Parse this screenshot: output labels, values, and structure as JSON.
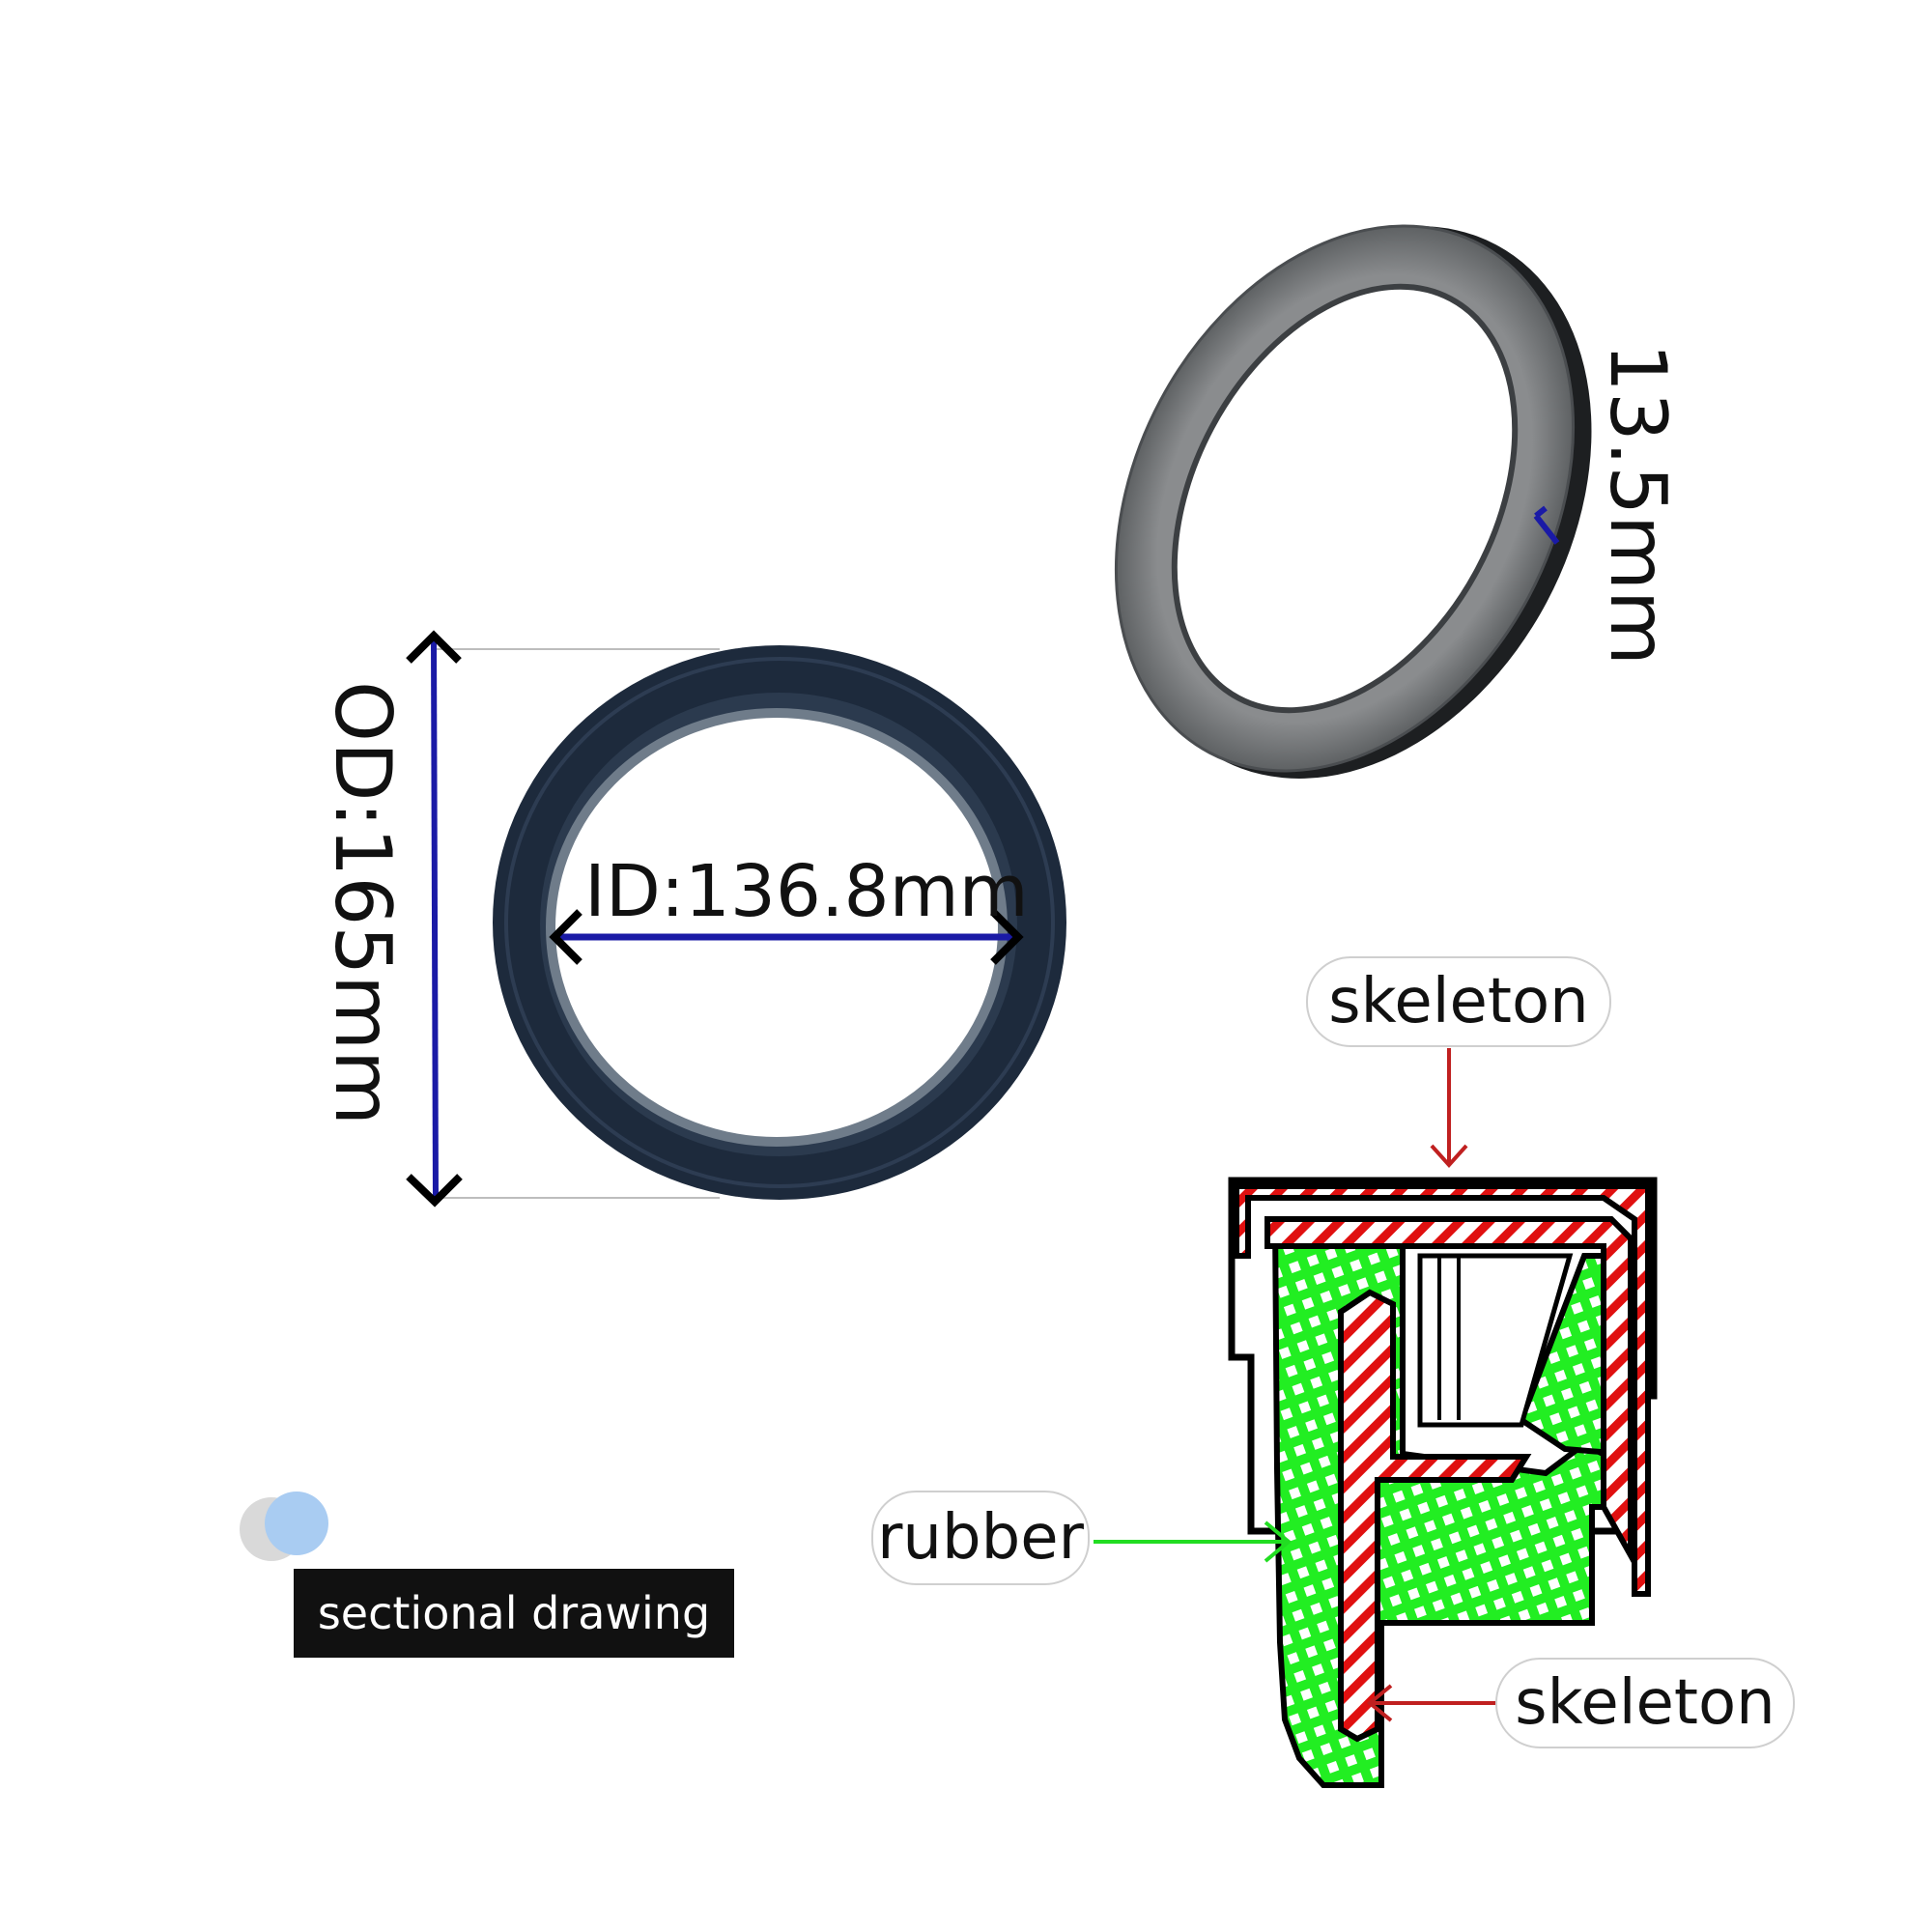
{
  "dimensions": {
    "outer_diameter": "OD:165mm",
    "inner_diameter": "ID:136.8mm",
    "thickness": "13.5mm"
  },
  "callouts": {
    "skeleton_top": "skeleton",
    "rubber": "rubber",
    "skeleton_bottom": "skeleton"
  },
  "section_label": "sectional drawing",
  "colors": {
    "dimension_arrow": "#1a1aa6",
    "front_seal": "#1d2a3c",
    "side_seal": "#7b7e80",
    "rubber_hatch": "#22ee22",
    "skeleton_hatch": "#e01010",
    "outline": "#000000",
    "legend_dot": "#a9ccf2"
  }
}
